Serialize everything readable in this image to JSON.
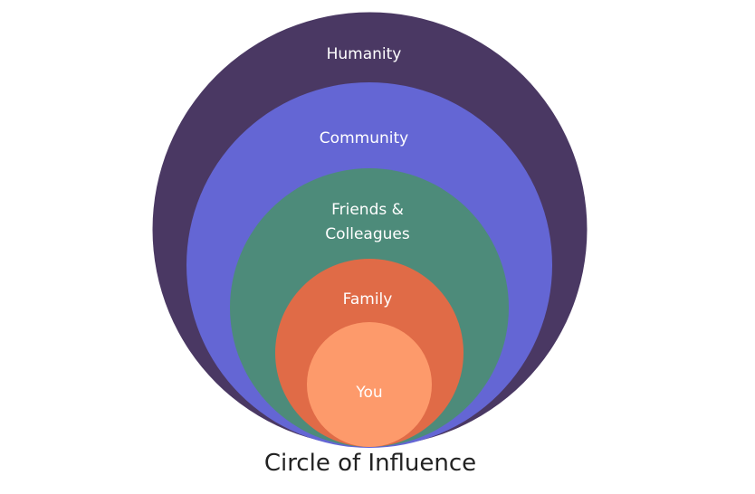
{
  "title": "Circle of Influence",
  "rings": [
    {
      "label": "Humanity",
      "color": "#4a3863"
    },
    {
      "label": "Community",
      "color": "#6466d4"
    },
    {
      "label_line1": "Friends &",
      "label_line2": "Colleagues",
      "color": "#4d8b7a"
    },
    {
      "label": "Family",
      "color": "#e06b47"
    },
    {
      "label": "You",
      "color": "#fd9a6b"
    }
  ]
}
